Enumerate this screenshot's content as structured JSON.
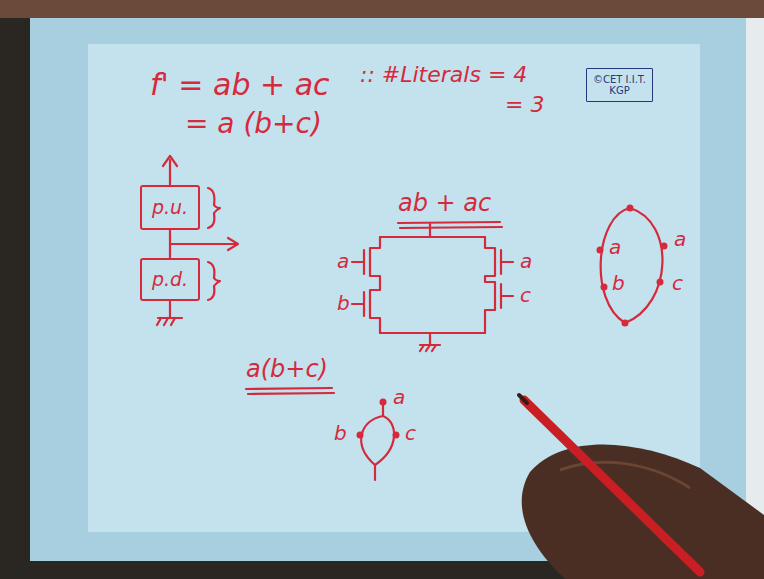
{
  "diagram": {
    "nodes": [
      {
        "text": [
          "©CET I.I.T. KGP"
        ]
      },
      {
        "text": [
          "p.u."
        ]
      },
      {
        "text": [
          "p.d."
        ]
      }
    ],
    "edges": [
      {
        "from": 1,
        "to": 2,
        "arrow": "none"
      }
    ],
    "labels": [
      "f' = ab + ac",
      "= a (b+c)",
      ":: #Literals = 4",
      "= 3",
      "ab + ac",
      "a",
      "b",
      "a",
      "c",
      "a",
      "b",
      "a",
      "c",
      "a(b+c)",
      "a",
      "b",
      "c"
    ]
  }
}
